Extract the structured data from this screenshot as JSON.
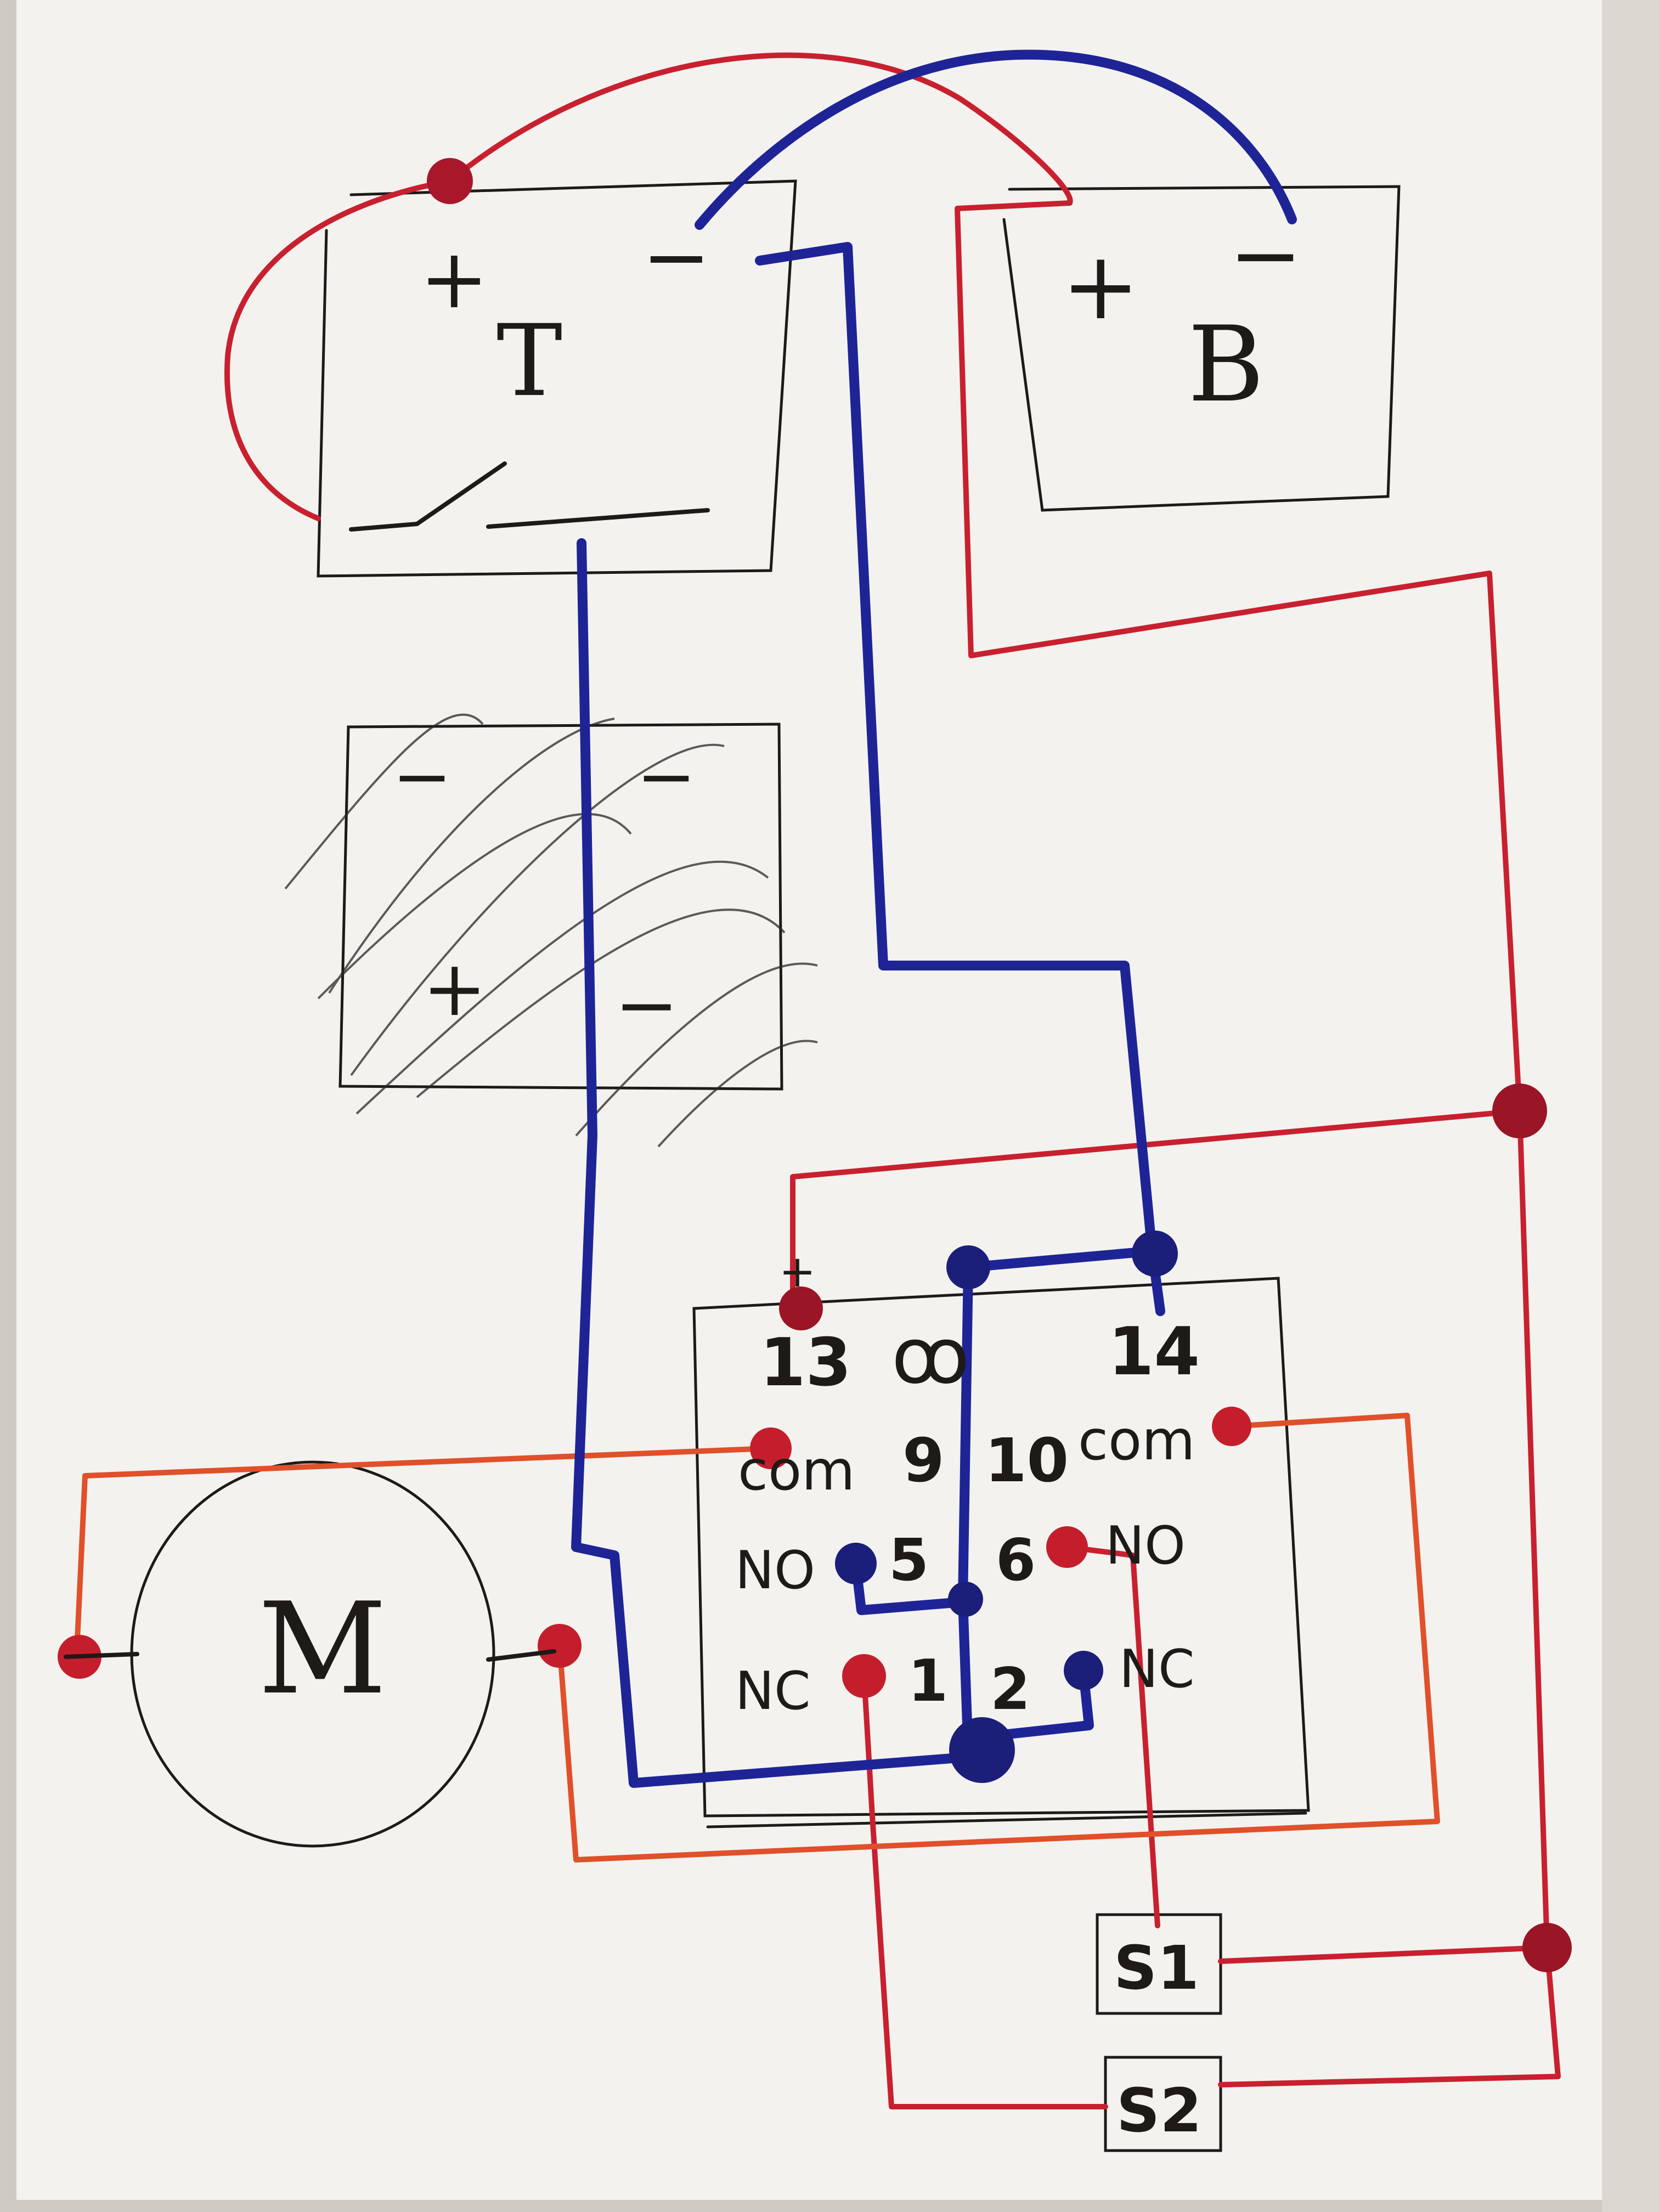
{
  "components": {
    "top_left_box": {
      "plus": "+",
      "minus": "−",
      "label": "T"
    },
    "top_right_box": {
      "plus": "+",
      "minus": "−",
      "label": "B"
    },
    "crossed_box": {
      "minus_left": "−",
      "minus_right": "−",
      "plus": "+",
      "minus_bottom": "−"
    },
    "motor": {
      "label": "M"
    },
    "relay": {
      "coil_plus": "+",
      "pin_13": "13",
      "coil_symbol": "ꝏ",
      "pin_14": "14",
      "com_left": "com",
      "pin_9": "9",
      "pin_10": "10",
      "com_right": "com",
      "no_left": "NO",
      "pin_5": "5",
      "pin_6": "6",
      "no_right": "NO",
      "nc_left": "NC",
      "pin_1": "1",
      "pin_2": "2",
      "nc_right": "NC"
    },
    "switch_1": {
      "label": "S1"
    },
    "switch_2": {
      "label": "S2"
    }
  },
  "colors": {
    "paper": "#f3f2ef",
    "ink": "#1d1a18",
    "red_wire": "#c8202f",
    "blue_wire": "#1e2496",
    "orange_wire": "#e0502a",
    "dark_red_node": "#9a1525",
    "blue_node": "#1b1f7a"
  }
}
